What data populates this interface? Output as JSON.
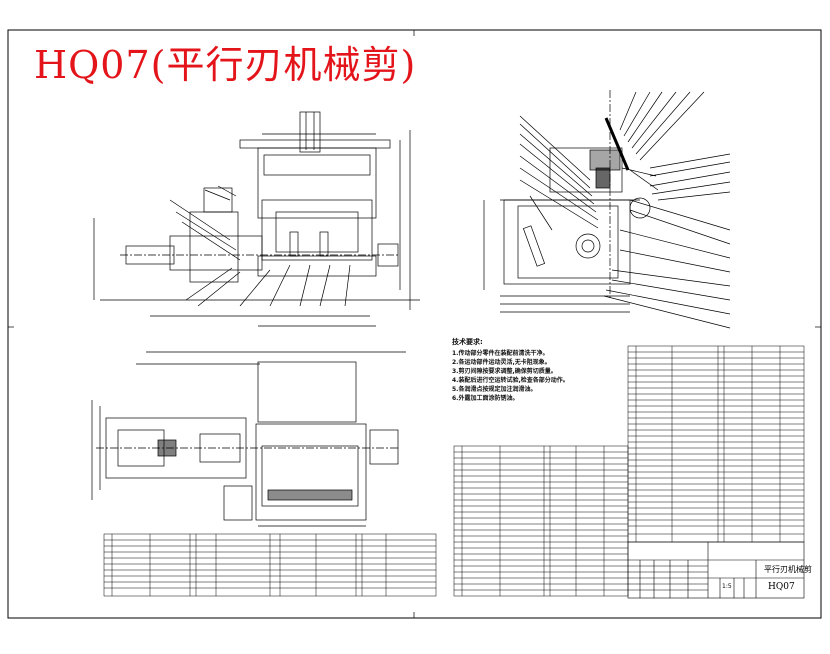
{
  "title": "HQ07(平行刃机械剪)",
  "notes": {
    "heading": "技术要求:",
    "items": [
      "1.传动部分零件在装配前清洗干净。",
      "2.各运动部件运动灵活,无卡阻现象。",
      "3.剪刃间隙按要求调整,确保剪切质量。",
      "4.装配后进行空运转试验,检查各部分动作。",
      "5.各润滑点按规定加注润滑油。",
      "6.外露加工面涂防锈油。"
    ]
  },
  "title_block": {
    "name": "平行刃机械剪",
    "code": "HQ07",
    "scale": "1:5"
  },
  "colors": {
    "title": "#e4141b",
    "line": "#000000"
  }
}
